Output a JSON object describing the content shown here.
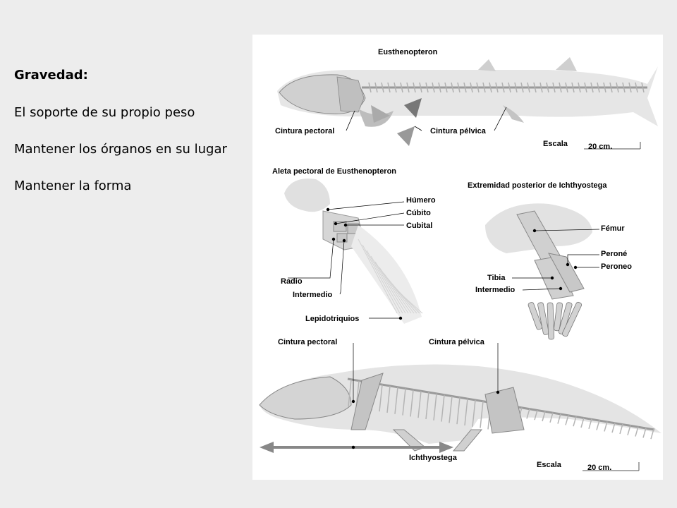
{
  "slide": {
    "title": "Gravedad:",
    "bullets": [
      "El soporte de su propio peso",
      "Mantener los órganos en su lugar",
      "Mantener la forma"
    ]
  },
  "figure": {
    "fish_title": "Eusthenopteron",
    "fish_labels": {
      "cintura_pectoral": "Cintura pectoral",
      "cintura_pelvica": "Cintura pélvica",
      "escala": "Escala",
      "scale_value": "20 cm."
    },
    "fin_title": "Aleta pectoral de Eusthenopteron",
    "fin_labels": {
      "humero": "Húmero",
      "cubito": "Cúbito",
      "cubital": "Cubital",
      "radio": "Radio",
      "intermedio": "Intermedio",
      "lepidotriquios": "Lepidotriquios"
    },
    "limb_title": "Extremidad posterior de Ichthyostega",
    "limb_labels": {
      "femur": "Fémur",
      "perone": "Peroné",
      "peroneo": "Peroneo",
      "tibia": "Tibia",
      "intermedio": "Intermedio"
    },
    "tetrapod_title": "Ichthyostega",
    "tetrapod_labels": {
      "cintura_pectoral": "Cintura pectoral",
      "cintura_pelvica": "Cintura pélvica",
      "escala": "Escala",
      "scale_value": "20 cm."
    },
    "colors": {
      "bone": "#cccccc",
      "silhouette": "#e2e2e2",
      "arrow": "#888888"
    }
  }
}
